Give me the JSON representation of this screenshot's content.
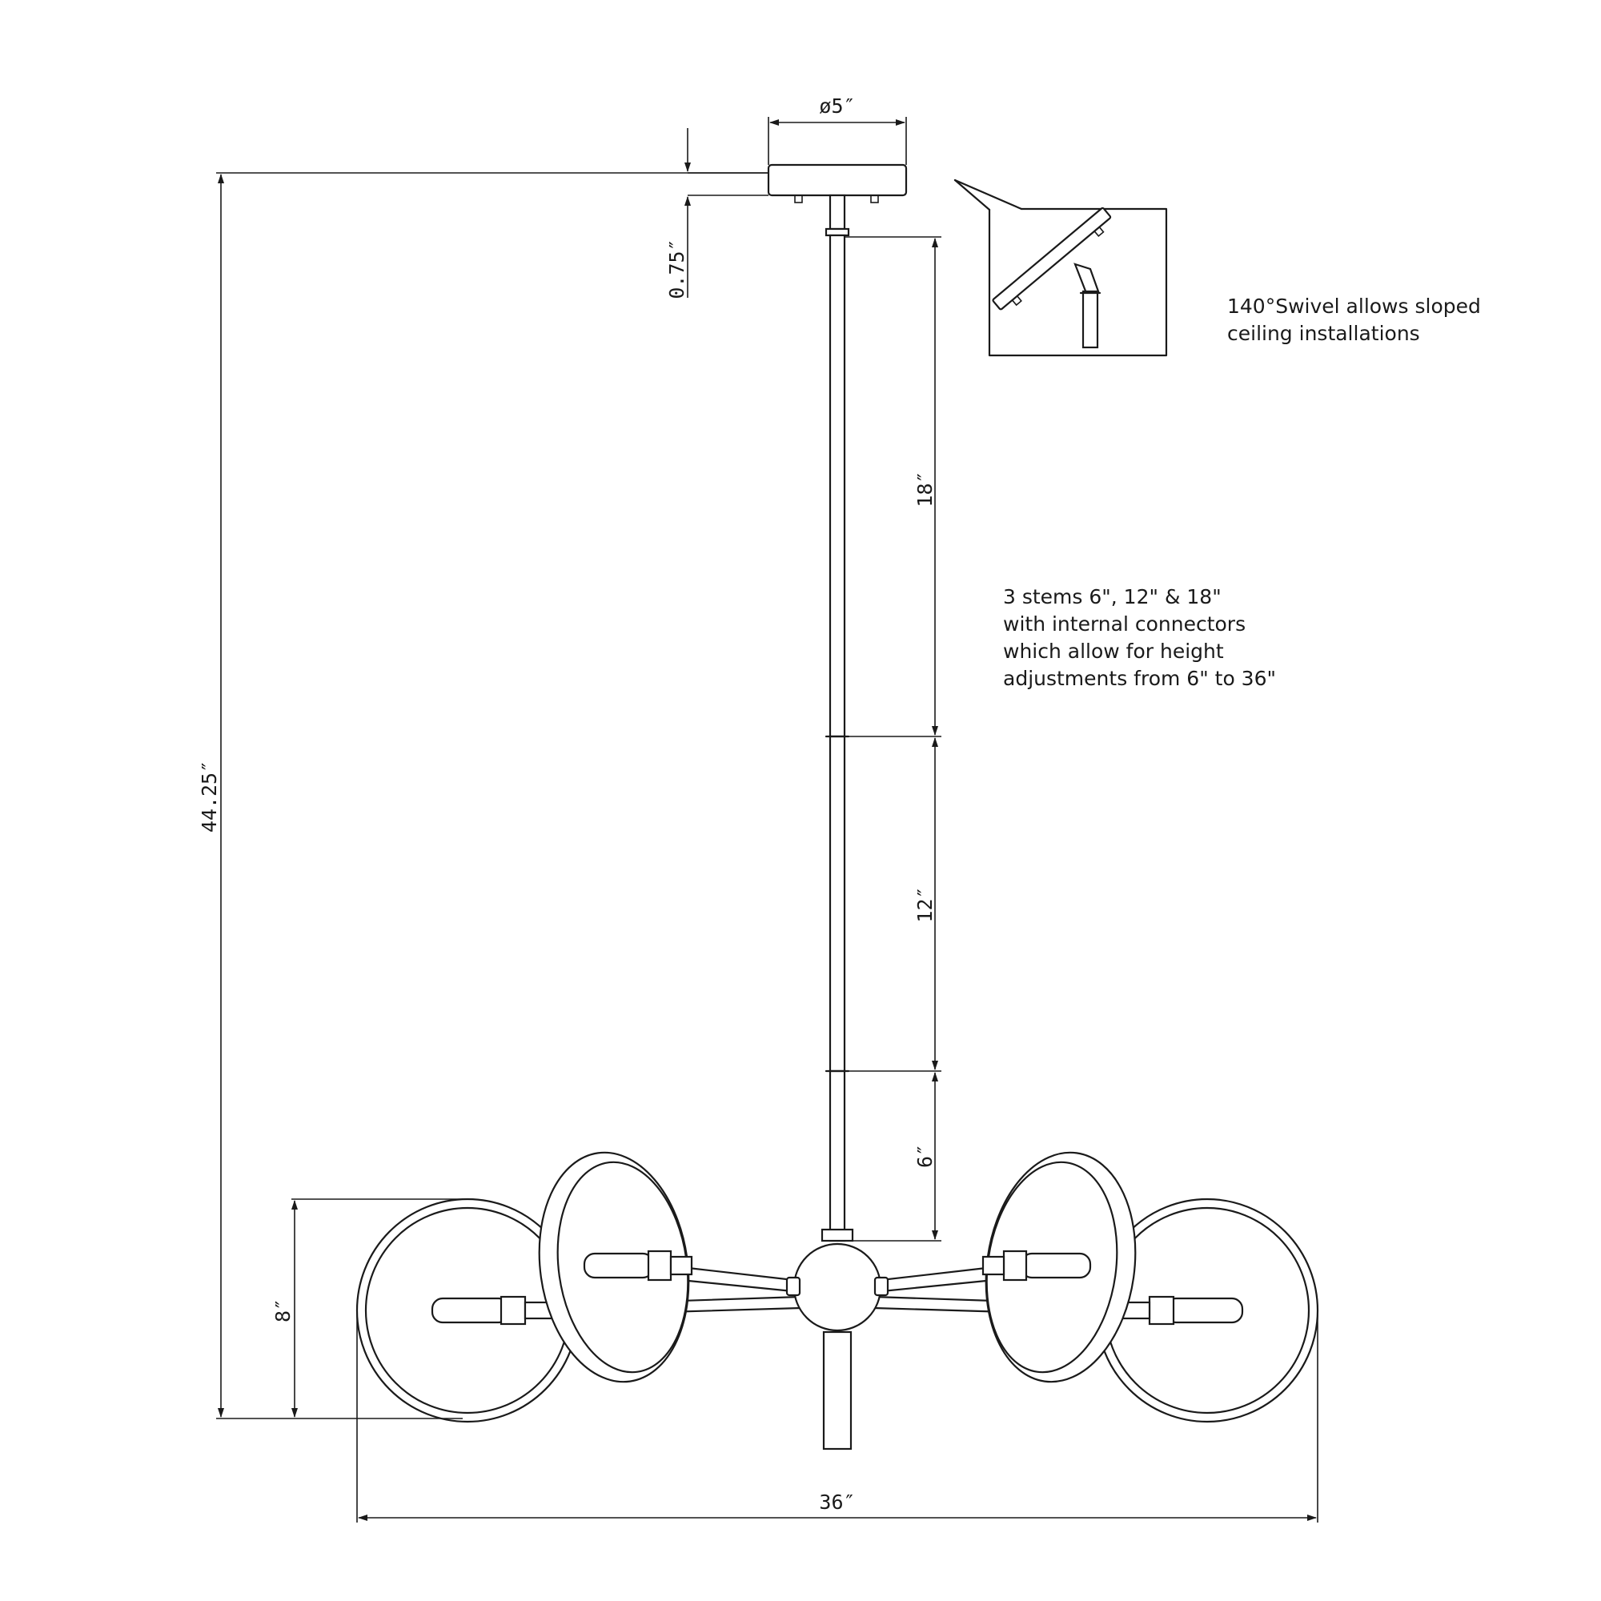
{
  "dimensions": {
    "canopy_diameter": "ø5″",
    "canopy_height": "0.75″",
    "overall_height": "44.25″",
    "stem_18": "18″",
    "stem_12": "12″",
    "stem_6": "6″",
    "shade_height": "8″",
    "overall_width": "36″"
  },
  "notes": {
    "swivel": [
      "140°Swivel allows sloped",
      "ceiling installations"
    ],
    "stems": [
      "3 stems 6\", 12\" & 18\"",
      "with internal connectors",
      "which allow for height",
      "adjustments from 6\" to 36\""
    ]
  }
}
